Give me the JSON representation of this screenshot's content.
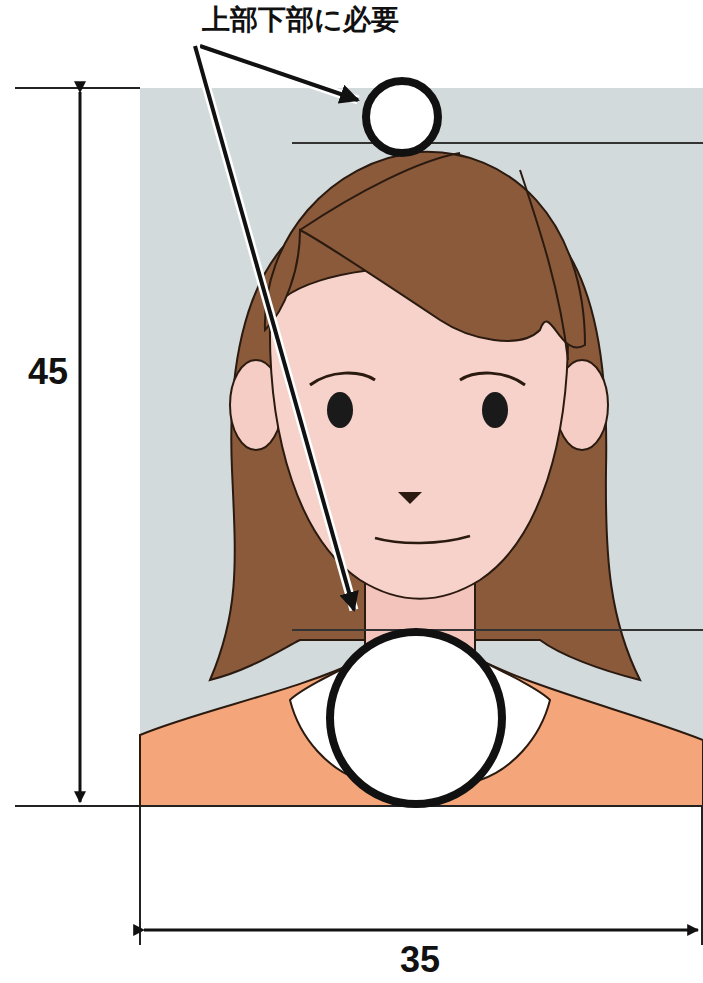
{
  "diagram": {
    "labels": [
      "上部下部に必要",
      "45",
      "35"
    ]
  }
}
